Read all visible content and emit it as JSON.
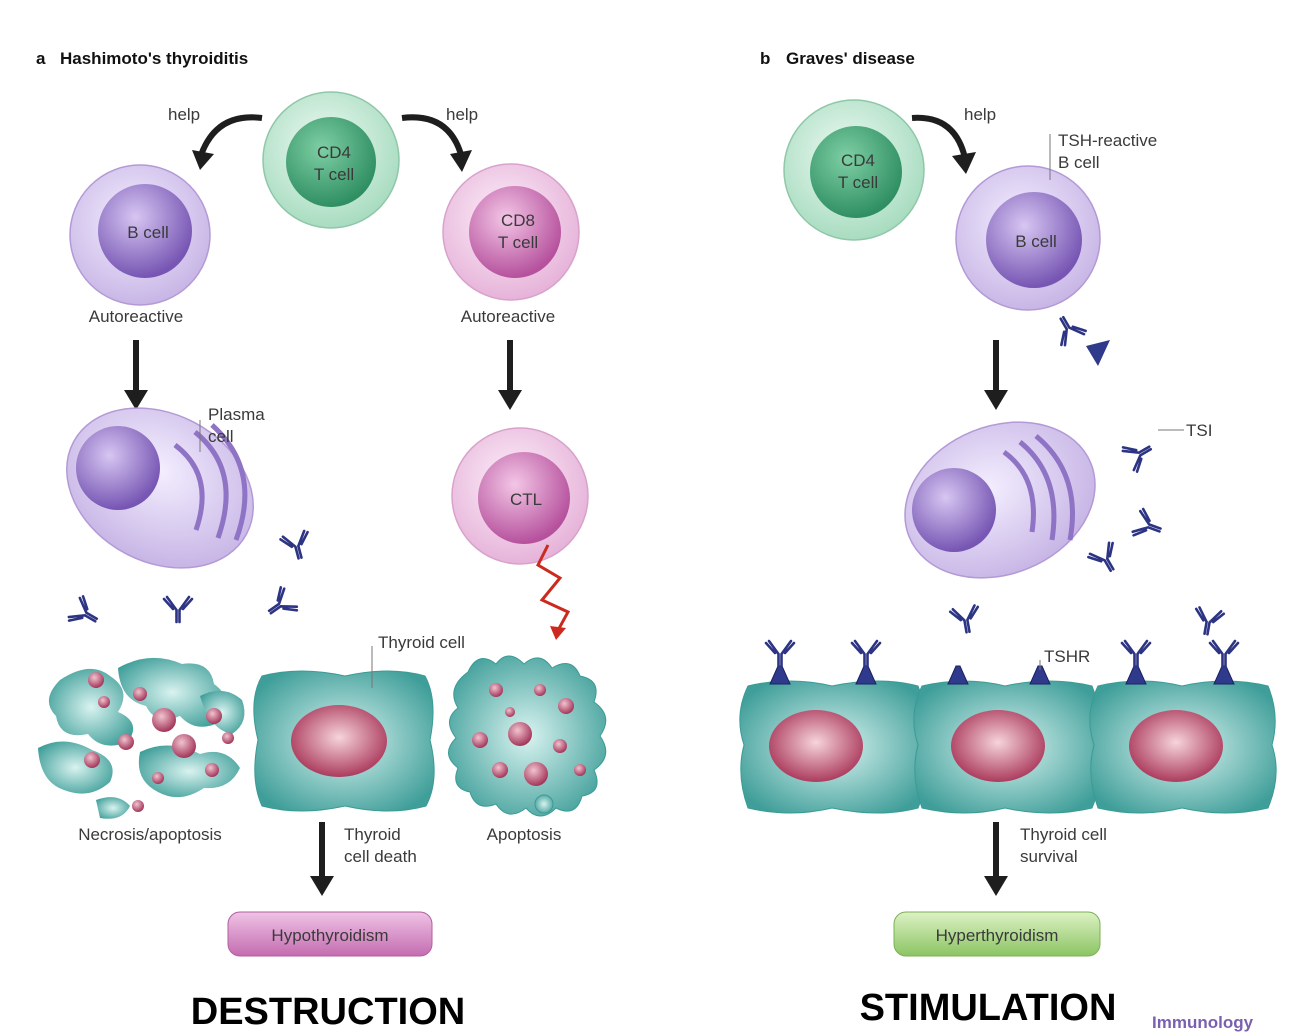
{
  "panel_a": {
    "letter": "a",
    "title": "Hashimoto's thyroiditis",
    "help_left": "help",
    "help_right": "help",
    "cd4_line1": "CD4",
    "cd4_line2": "T cell",
    "bcell": "B cell",
    "cd8_line1": "CD8",
    "cd8_line2": "T cell",
    "autoreactive_left": "Autoreactive",
    "autoreactive_right": "Autoreactive",
    "plasma_line1": "Plasma",
    "plasma_line2": "cell",
    "ctl": "CTL",
    "thyroid_cell": "Thyroid cell",
    "necrosis": "Necrosis/apoptosis",
    "apoptosis": "Apoptosis",
    "death_line1": "Thyroid",
    "death_line2": "cell death",
    "outcome": "Hypothyroidism",
    "caption": "DESTRUCTION"
  },
  "panel_b": {
    "letter": "b",
    "title": "Graves' disease",
    "help": "help",
    "cd4_line1": "CD4",
    "cd4_line2": "T cell",
    "tsh_line1": "TSH-reactive",
    "tsh_line2": "B cell",
    "bcell": "B cell",
    "tsi": "TSI",
    "tshr": "TSHR",
    "survival_line1": "Thyroid cell",
    "survival_line2": "survival",
    "outcome": "Hyperthyroidism",
    "caption": "STIMULATION"
  },
  "brand": "Immunology",
  "colors": {
    "cd4_green": "#5fb88f",
    "bcell_purple": "#9a7fc8",
    "cd8_pink": "#cf7fb8",
    "thyroid_teal": "#56b3ae",
    "nucleus_red": "#b4405f",
    "antibody_blue": "#2c3483",
    "hypo_pill": "#d48ac4",
    "hyper_pill": "#a6d47e",
    "lightning_red": "#cc2a1e"
  }
}
